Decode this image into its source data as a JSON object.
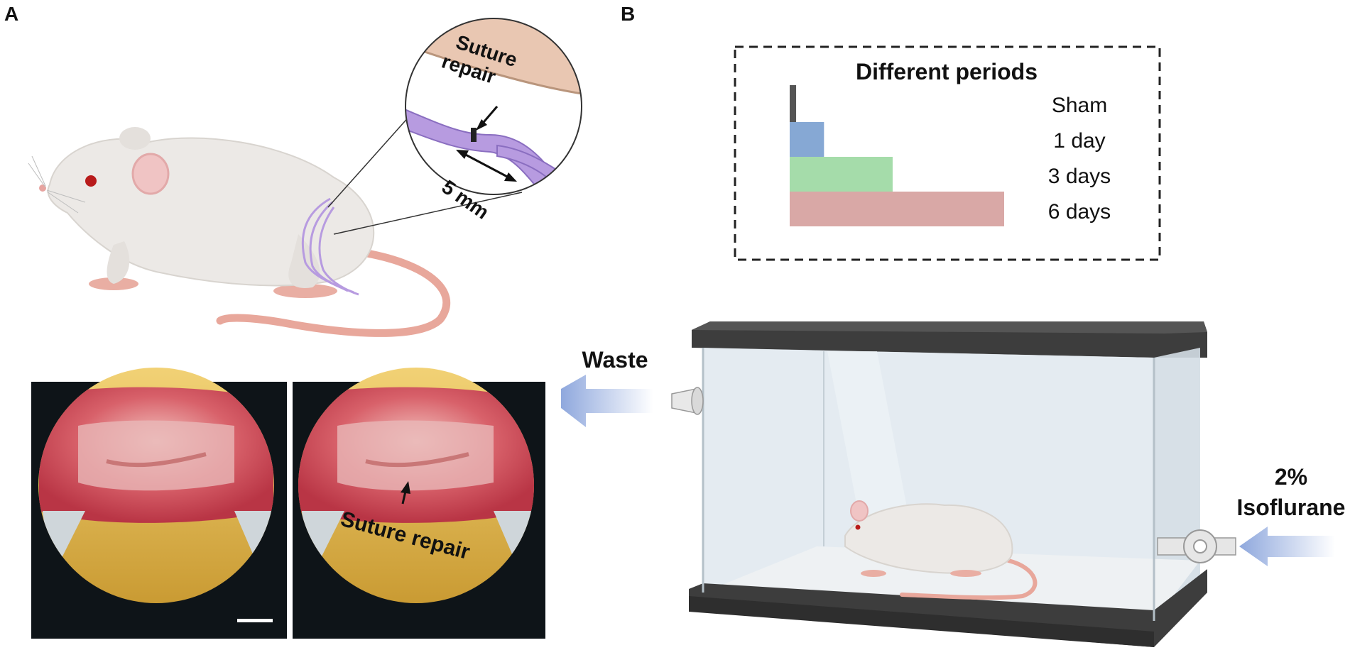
{
  "panel_labels": {
    "a": "A",
    "b": "B"
  },
  "panel_a": {
    "inset": {
      "suture_repair_label": "Suture repair",
      "distance_label": "5 mm"
    },
    "photo_right": {
      "annotation": "Suture repair"
    }
  },
  "panel_b": {
    "periods_box": {
      "title": "Different periods",
      "items": [
        {
          "label": "Sham",
          "color": "#555555",
          "relative_length": 0.03
        },
        {
          "label": "1 day",
          "color": "#86a8d4",
          "relative_length": 0.16
        },
        {
          "label": "3 days",
          "color": "#a5dcaa",
          "relative_length": 0.48
        },
        {
          "label": "6 days",
          "color": "#d9a8a6",
          "relative_length": 1.0
        }
      ]
    },
    "chamber": {
      "waste_label": "Waste",
      "inlet_percent": "2%",
      "inlet_gas": "Isoflurane"
    }
  },
  "colors": {
    "nerve": "#b79be0",
    "skin": "#e9c7b2",
    "rat_body": "#ece9e6",
    "rat_tail": "#e8a79b",
    "arrow_blue": "#8fa8dd",
    "tank_frame": "#3d3d3d",
    "tank_glass": "#dfe8ee"
  }
}
